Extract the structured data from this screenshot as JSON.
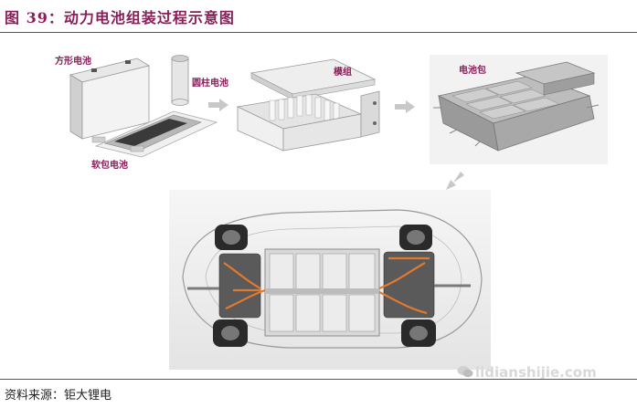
{
  "title": "图 39：动力电池组装过程示意图",
  "labels": {
    "prismatic": "方形电池",
    "cylindrical": "圆柱电池",
    "pouch": "软包电池",
    "module": "模组",
    "pack": "电池包"
  },
  "source": "资料来源：钜大锂电",
  "watermark": "lidianshijie.com",
  "colors": {
    "title": "#8b1e5a",
    "rule": "#555555",
    "arrow": "#c8c8c8"
  }
}
